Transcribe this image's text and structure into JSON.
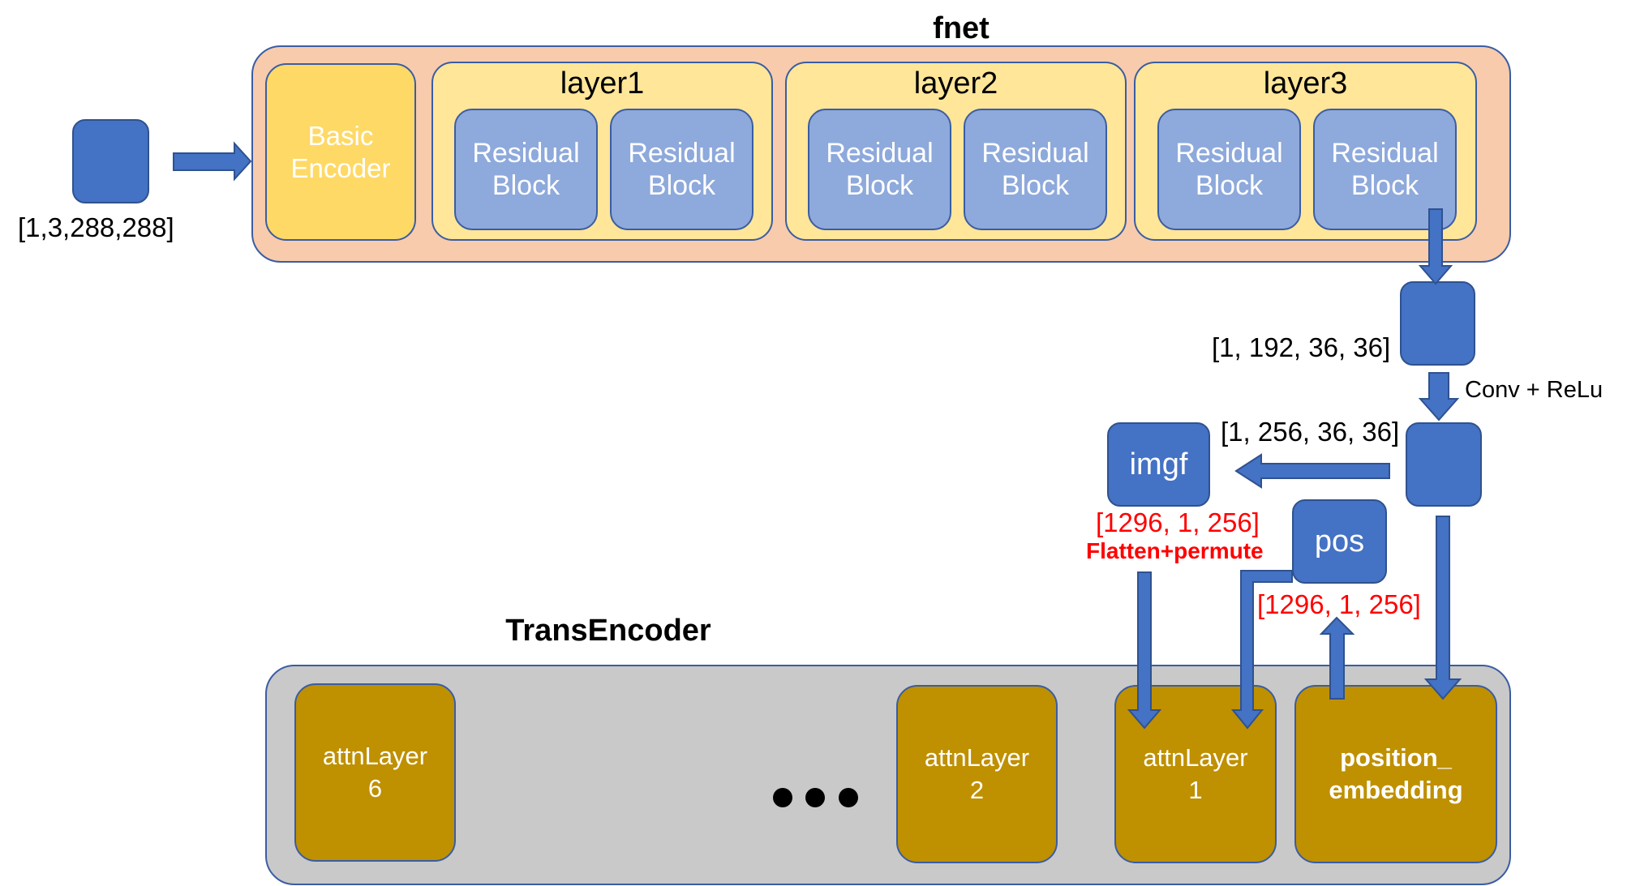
{
  "fnet": {
    "title": "fnet",
    "basic_encoder": "Basic\nEncoder",
    "layers": [
      {
        "label": "layer1",
        "blocks": [
          "Residual\nBlock",
          "Residual\nBlock"
        ]
      },
      {
        "label": "layer2",
        "blocks": [
          "Residual\nBlock",
          "Residual\nBlock"
        ]
      },
      {
        "label": "layer3",
        "blocks": [
          "Residual\nBlock",
          "Residual\nBlock"
        ]
      }
    ]
  },
  "tensors": {
    "input_dim": "[1,3,288,288]",
    "fnet_out_dim": "[1, 192, 36, 36]",
    "conv_label": "Conv + ReLu",
    "conv_out_dim": "[1, 256, 36, 36]",
    "imgf_label": "imgf",
    "imgf_dim": "[1296, 1, 256]",
    "flatten_label": "Flatten+permute",
    "pos_label": "pos",
    "pos_dim": "[1296, 1, 256]"
  },
  "trans": {
    "title": "TransEncoder",
    "attn6": "attnLayer\n6",
    "attn2": "attnLayer\n2",
    "attn1": "attnLayer\n1",
    "pos_embedding": "position_\nembedding"
  },
  "colors": {
    "arrow": "#4472C4",
    "tensor": "#4472C4",
    "fnet_bg": "#F7CBAC",
    "layer_bg": "#FFE699",
    "encoder_bg": "#FFD966",
    "residual_bg": "#8EA9DB",
    "trans_bg": "#C9C9C9",
    "attn_bg": "#BF9000",
    "red_text": "#FF0000"
  }
}
